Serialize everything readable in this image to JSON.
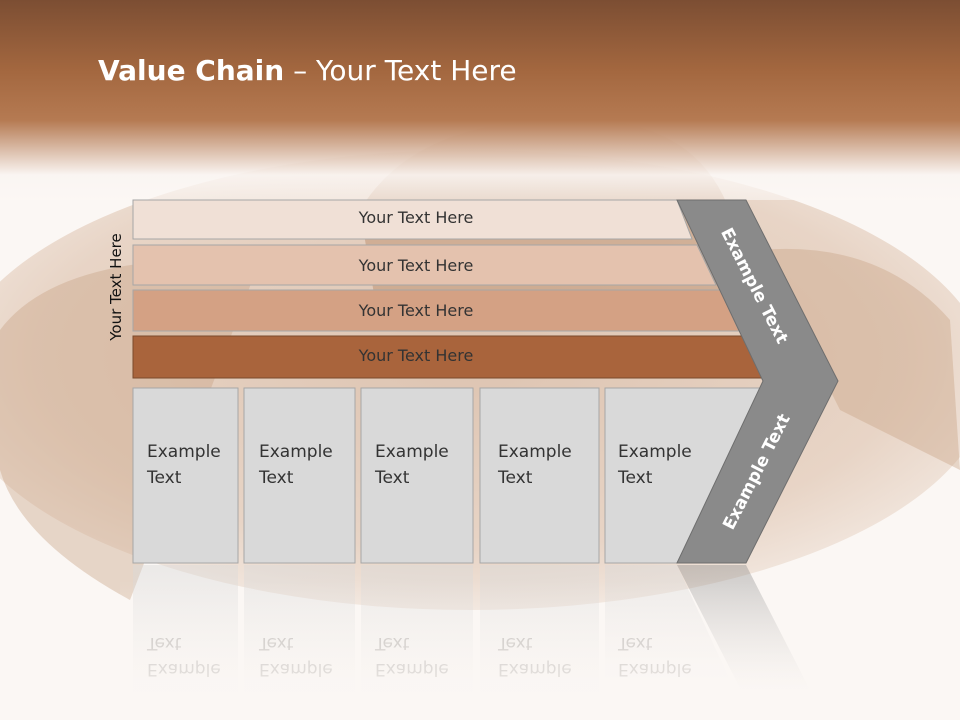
{
  "slide": {
    "title_bold": "Value Chain",
    "title_rest": " – Your Text Here",
    "side_label": "Your Text Here"
  },
  "bars": [
    {
      "label": "Your Text Here",
      "color": "#f0e0d6"
    },
    {
      "label": "Your Text Here",
      "color": "#e4c2ae"
    },
    {
      "label": "Your Text Here",
      "color": "#d4a184"
    },
    {
      "label": "Your Text Here",
      "color": "#a9643c"
    }
  ],
  "boxes": [
    {
      "label": "Example\nText"
    },
    {
      "label": "Example\nText"
    },
    {
      "label": "Example\nText"
    },
    {
      "label": "Example\nText"
    },
    {
      "label": "Example\nText"
    }
  ],
  "chevron": {
    "upper_label": "Example Text",
    "lower_label": "Example Text",
    "color": "#8a8a8a"
  },
  "colors": {
    "box_fill": "#d9d9d9",
    "box_stroke": "#a6a6a6",
    "header": "#a3673f"
  }
}
